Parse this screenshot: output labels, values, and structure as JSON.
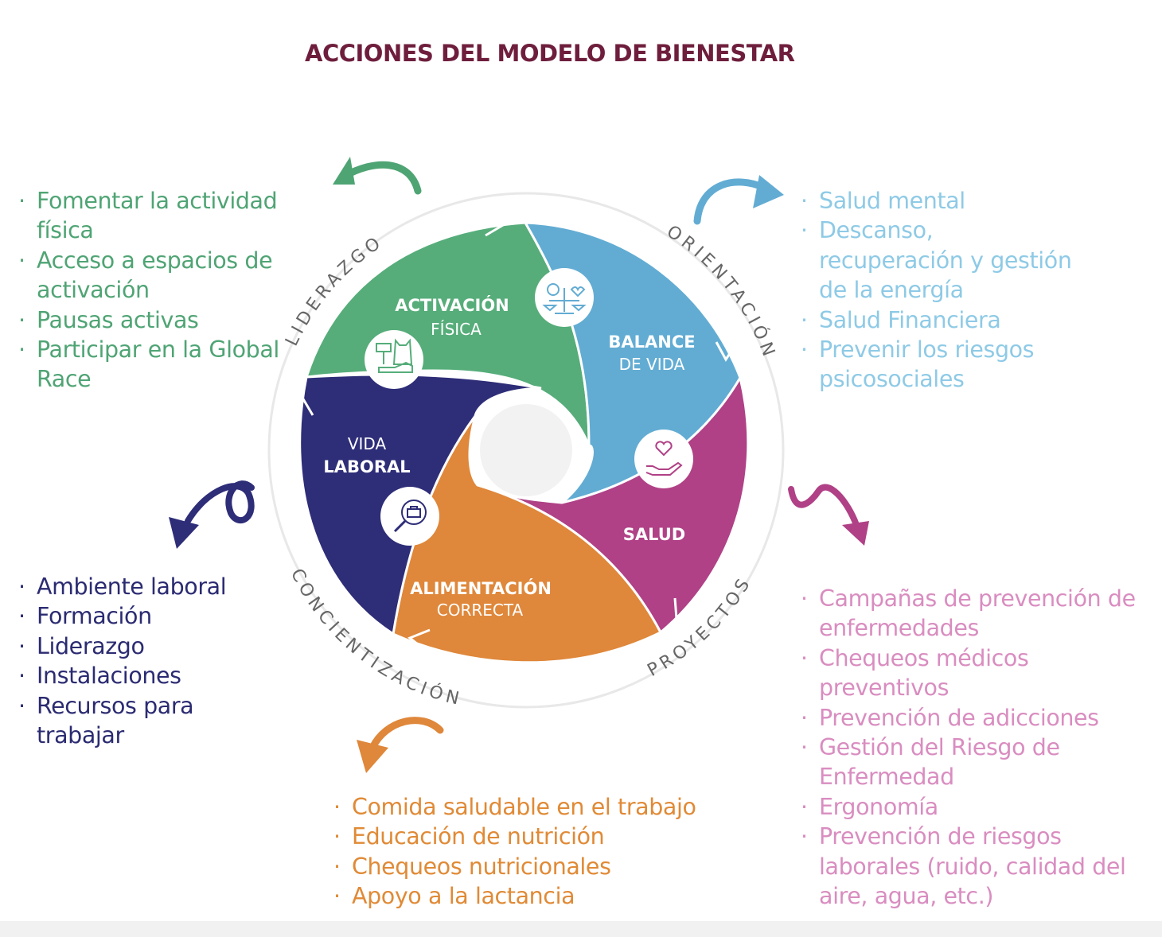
{
  "title": "ACCIONES DEL MODELO DE BIENESTAR",
  "segments": {
    "activacion": {
      "title": "ACTIVACIÓN",
      "subtitle": "FÍSICA",
      "color": "#56ad7a"
    },
    "balance": {
      "title": "BALANCE",
      "subtitle": "DE VIDA",
      "color": "#62acd3"
    },
    "salud": {
      "title": "SALUD",
      "color": "#b04186"
    },
    "alimentacion": {
      "title": "ALIMENTACIÓN",
      "subtitle": "CORRECTA",
      "color": "#df873a"
    },
    "vida": {
      "title": "LABORAL",
      "subtitle": "VIDA",
      "color": "#2e2d78"
    }
  },
  "ring_labels": {
    "liderazgo": "LIDERAZGO",
    "orientacion": "ORIENTACIÓN",
    "proyectos": "PROYECTOS",
    "concientizacion": "CONCIENTIZACIÓN"
  },
  "lists": {
    "activacion": [
      "Fomentar la actividad física",
      "Acceso a espacios de activación",
      "Pausas activas",
      "Participar en la Global Race"
    ],
    "balance": [
      "Salud mental",
      "Descanso, recuperación y gestión de la energía",
      "Salud Financiera",
      "Prevenir los riesgos psicosociales"
    ],
    "vida": [
      "Ambiente laboral",
      "Formación",
      "Liderazgo",
      "Instalaciones",
      "Recursos para trabajar"
    ],
    "alimentacion": [
      "Comida saludable en el trabajo",
      "Educación de nutrición",
      "Chequeos nutricionales",
      "Apoyo a la lactancia"
    ],
    "salud": [
      "Campañas de prevención de enfermedades",
      "Chequeos médicos preventivos",
      "Prevención de adicciones",
      "Gestión del Riesgo de Enfermedad",
      "Ergonomía",
      "Prevención de riesgos laborales (ruido, calidad del aire, agua, etc.)"
    ]
  },
  "icons": [
    "balance-scale-icon",
    "fitness-icon",
    "heart-hand-icon",
    "briefcase-search-icon"
  ]
}
